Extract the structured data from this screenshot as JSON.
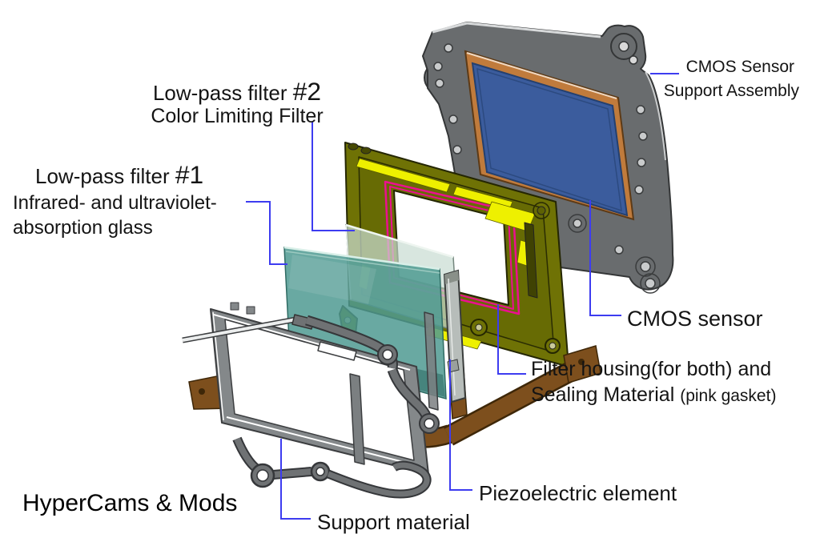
{
  "figure": {
    "type": "exploded-view-technical-diagram",
    "subject": "Camera CMOS sensor and low-pass filter stack assembly"
  },
  "watermark": "HyperCams & Mods",
  "labels": {
    "lpf2": {
      "line1_pre": "Low-pass filter ",
      "line1_num": "#2",
      "line2": "Color Limiting Filter"
    },
    "lpf1": {
      "line1_pre": "Low-pass filter ",
      "line1_num": "#1",
      "line2": "Infrared- and ultraviolet-",
      "line3": "absorption glass"
    },
    "support_assembly": {
      "line1": "CMOS Sensor",
      "line2": "Support Assembly"
    },
    "cmos_sensor": {
      "line1": "CMOS sensor"
    },
    "filter_housing": {
      "line1": "Filter housing(for both) and",
      "line2_main": "Sealing Material ",
      "line2_small": "(pink gasket)"
    },
    "piezo": {
      "line1": "Piezoelectric element"
    },
    "support_material": {
      "line1": "Support material"
    }
  },
  "components": [
    {
      "name": "CMOS sensor support assembly plate",
      "color": "#696c6e"
    },
    {
      "name": "Copper sensor frame",
      "color": "#c07b3c"
    },
    {
      "name": "CMOS sensor",
      "color": "#3b5c9d"
    },
    {
      "name": "Filter housing",
      "color": "#6f7205"
    },
    {
      "name": "Housing highlight",
      "color": "#eef000"
    },
    {
      "name": "Sealing gasket (pink)",
      "color": "#ec0f90"
    },
    {
      "name": "Low-pass filter #2 glass",
      "color": "#c9dcd2"
    },
    {
      "name": "Low-pass filter #1 glass",
      "color": "#4f9a92"
    },
    {
      "name": "Piezoelectric element",
      "color": "#b7bdba"
    },
    {
      "name": "Support material frame",
      "color": "#84888a"
    },
    {
      "name": "Flex cable",
      "color": "#7d4f1d"
    }
  ],
  "leader_color": "#3d3cf0",
  "text_color": "#141414",
  "background_color": "#ffffff"
}
